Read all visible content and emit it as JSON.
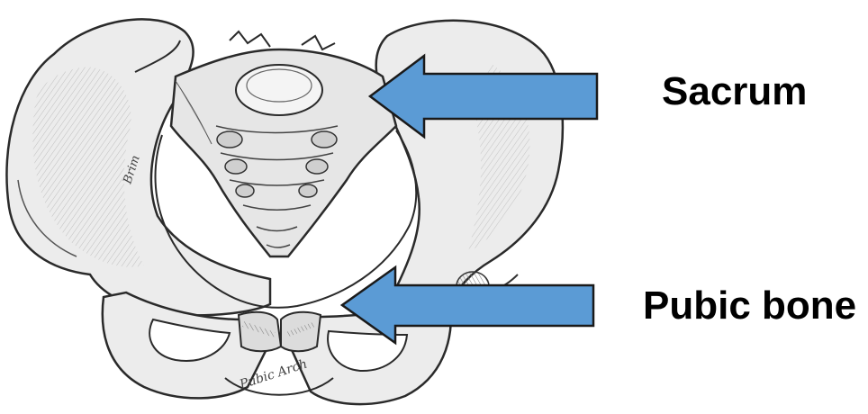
{
  "labels": {
    "sacrum": "Sacrum",
    "pubic_bone": "Pubic bone"
  },
  "engraved_text": {
    "brim": "Brim",
    "pubic_arch": "Pubic Arch"
  },
  "colors": {
    "arrow_fill": "#5b9bd5",
    "arrow_stroke": "#1a1a1a",
    "bone_fill": "#ececec",
    "bone_shadow": "#b8b8b8",
    "ink": "#2a2a2a"
  },
  "icons": {
    "arrow_1": "left-arrow-icon",
    "arrow_2": "left-arrow-icon"
  }
}
